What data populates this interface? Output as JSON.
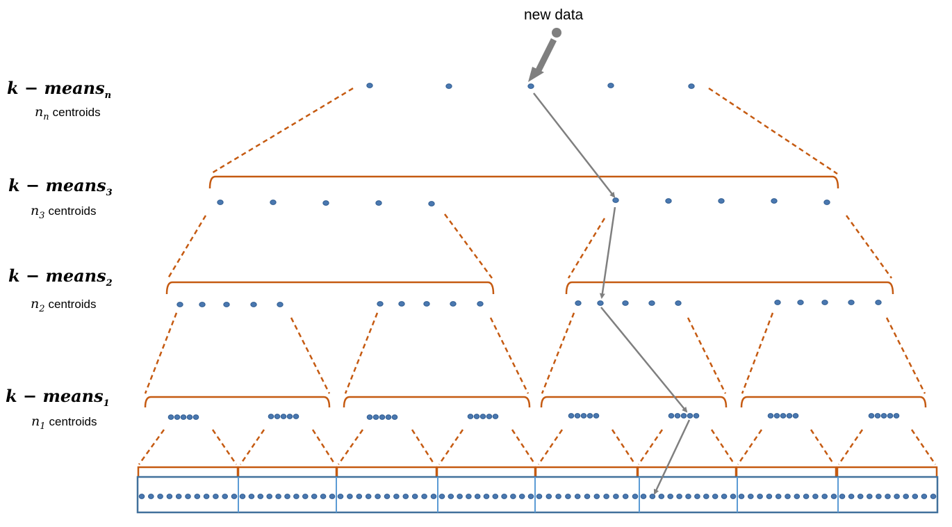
{
  "new_data_label": "new data",
  "levels": [
    {
      "key": "n",
      "title": "k − means",
      "sub_sym": "n",
      "word": "centroids"
    },
    {
      "key": "3",
      "title": "k − means",
      "sub_sym": "n",
      "word": "centroids"
    },
    {
      "key": "2",
      "title": "k − means",
      "sub_sym": "n",
      "word": "centroids"
    },
    {
      "key": "1",
      "title": "k − means",
      "sub_sym": "n",
      "word": "centroids"
    }
  ],
  "colors": {
    "centroid": "#4a78b0",
    "bracket": "#c55a11",
    "bin_border": "#41719c",
    "path_arrow": "#7f7f7f"
  }
}
